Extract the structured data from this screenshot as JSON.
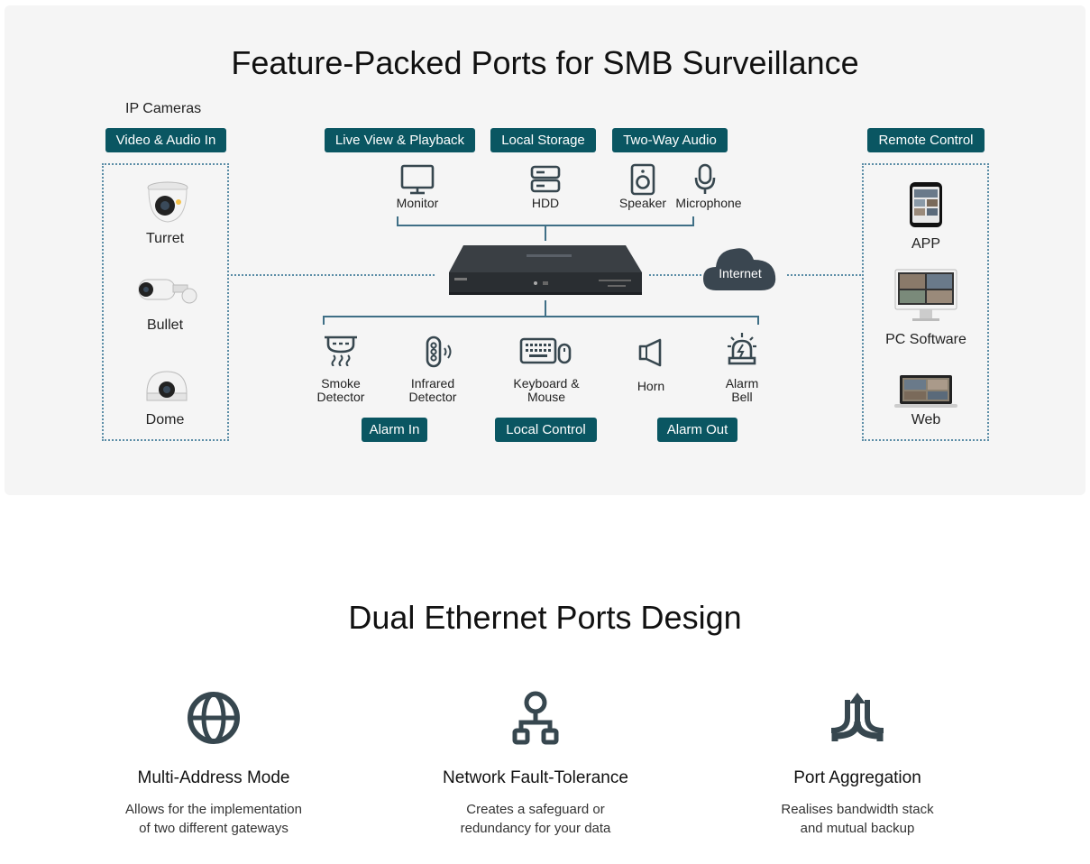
{
  "section1": {
    "title": "Feature-Packed Ports for SMB Surveillance",
    "ip_cameras_label": "IP Cameras",
    "tags": {
      "video_audio_in": "Video & Audio In",
      "live_view": "Live View & Playback",
      "local_storage": "Local Storage",
      "two_way_audio": "Two-Way Audio",
      "remote_control": "Remote Control",
      "alarm_in": "Alarm In",
      "local_control": "Local Control",
      "alarm_out": "Alarm Out"
    },
    "cameras": [
      "Turret",
      "Bullet",
      "Dome"
    ],
    "top_devices": [
      "Monitor",
      "HDD",
      "Speaker",
      "Microphone"
    ],
    "bottom_devices": {
      "smoke_1": "Smoke",
      "smoke_2": "Detector",
      "infrared_1": "Infrared",
      "infrared_2": "Detector",
      "keyboard_1": "Keyboard &",
      "keyboard_2": "Mouse",
      "horn": "Horn",
      "alarm_1": "Alarm",
      "alarm_2": "Bell"
    },
    "internet_label": "Internet",
    "remote": [
      "APP",
      "PC Software",
      "Web"
    ]
  },
  "section2": {
    "title": "Dual Ethernet Ports Design",
    "features": [
      {
        "icon": "globe-icon",
        "title": "Multi-Address Mode",
        "desc_1": "Allows for the implementation",
        "desc_2": "of two different gateways"
      },
      {
        "icon": "network-tree-icon",
        "title": "Network Fault-Tolerance",
        "desc_1": "Creates a safeguard or",
        "desc_2": "redundancy for your data"
      },
      {
        "icon": "merge-arrow-icon",
        "title": "Port Aggregation",
        "desc_1": "Realises bandwidth stack",
        "desc_2": "and mutual backup"
      }
    ]
  },
  "colors": {
    "tag_bg": "#0a5662",
    "dotted_line": "#5b8da6",
    "icon": "#37474f",
    "panel_bg": "#f5f5f5"
  }
}
